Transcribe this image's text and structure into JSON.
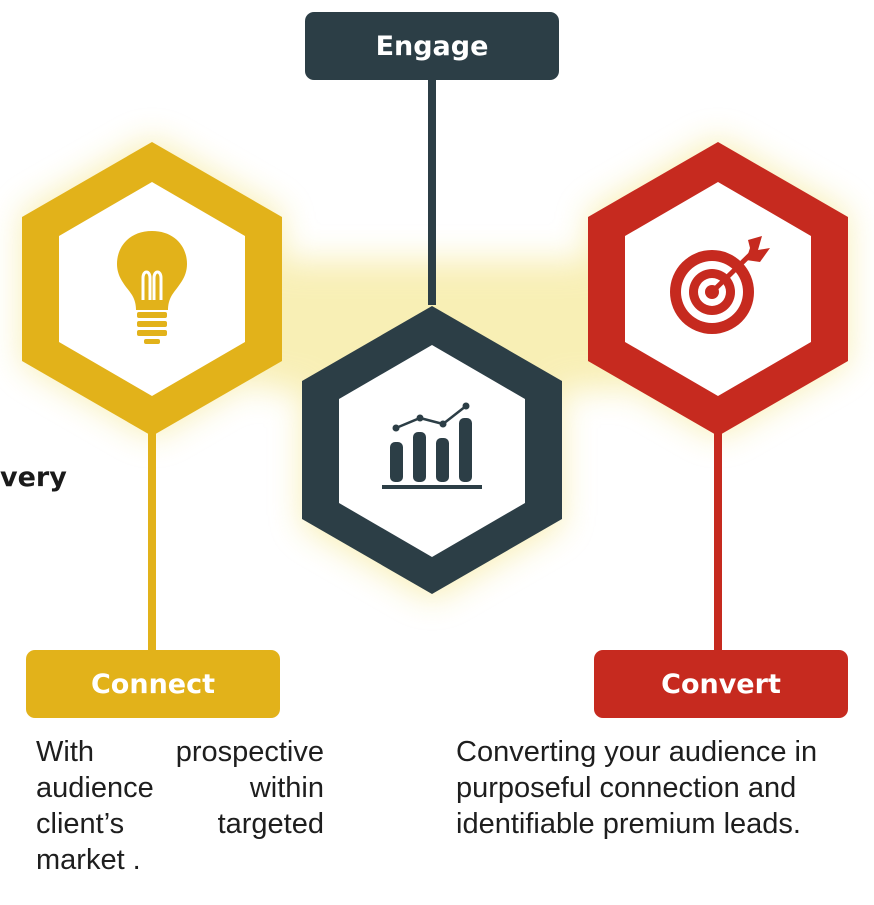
{
  "labels": {
    "engage": "Engage",
    "connect": "Connect",
    "convert": "Convert"
  },
  "descriptions": {
    "connect": "With prospective audience within client’s targeted market .",
    "convert": "Converting your audience in purposeful connection and identifiable premium leads."
  },
  "partial_heading": "very",
  "icons": {
    "connect": "lightbulb-icon",
    "engage": "bar-chart-growth-icon",
    "convert": "target-arrow-icon"
  },
  "colors": {
    "connect": "#e2b21a",
    "engage": "#2c3e46",
    "convert": "#c62a1f",
    "glow": "#f3e27a",
    "background": "#ffffff",
    "text": "#1e1e1e"
  }
}
